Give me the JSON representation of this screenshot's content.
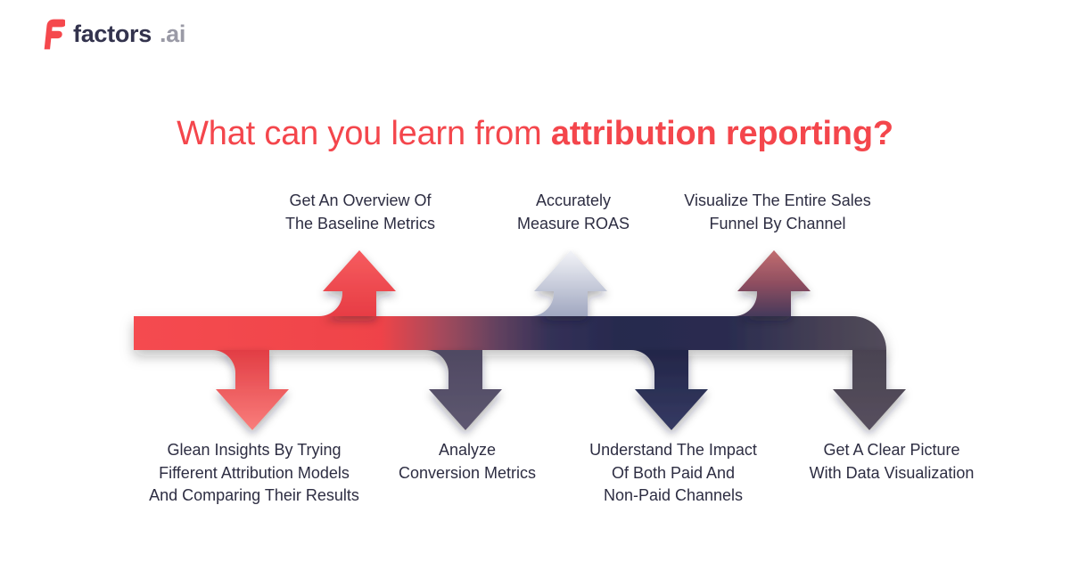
{
  "logo": {
    "brand": "factors",
    "suffix": ".ai"
  },
  "title": {
    "regular": "What can you learn from ",
    "bold": "attribution reporting?"
  },
  "flow": {
    "up_labels": [
      {
        "lines": [
          "Get An Overview Of",
          "The Baseline Metrics"
        ]
      },
      {
        "lines": [
          "Accurately",
          "Measure ROAS"
        ]
      },
      {
        "lines": [
          "Visualize The Entire Sales",
          "Funnel By Channel"
        ]
      }
    ],
    "down_labels": [
      {
        "lines": [
          "Glean Insights By Trying",
          "Fifferent Attribution Models",
          "And Comparing Their Results"
        ]
      },
      {
        "lines": [
          "Analyze",
          "Conversion Metrics"
        ]
      },
      {
        "lines": [
          "Understand The Impact",
          "Of Both Paid And",
          "Non-Paid Channels"
        ]
      },
      {
        "lines": [
          "Get A Clear Picture",
          "With Data Visualization"
        ]
      }
    ]
  },
  "colors": {
    "accent_red": "#F4464C",
    "label_text": "#2D2D42",
    "logo_text": "#33334D",
    "logo_suffix": "#9A9AA6",
    "band_gradient": [
      "#F54B50",
      "#EF4349",
      "#A44A5C",
      "#63425F",
      "#333057",
      "#272A4E",
      "#2A2C50",
      "#474154",
      "#564F5D"
    ],
    "up_arrow_1": [
      "#E73C44",
      "#F65C5F"
    ],
    "up_arrow_2": [
      "#9FA6BF",
      "#F3F4F8"
    ],
    "up_arrow_3": [
      "#44395A",
      "#8E4E60",
      "#C26D70"
    ],
    "down_arrow_1": [
      "#E23D44",
      "#F97E7C"
    ],
    "down_arrow_2": [
      "#4F4962",
      "#5E5770"
    ],
    "down_arrow_3": [
      "#232648",
      "#353A63"
    ],
    "down_arrow_4": [
      "#4A4351",
      "#564F5E"
    ]
  }
}
